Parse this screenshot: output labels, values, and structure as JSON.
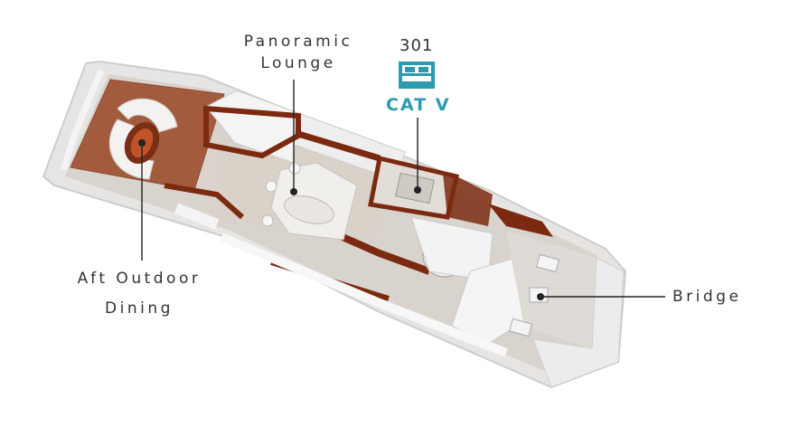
{
  "labels": {
    "panoramic_lounge_line1": "Panoramic",
    "panoramic_lounge_line2": "Lounge",
    "aft_outdoor_dining_line1": "Aft Outdoor",
    "aft_outdoor_dining_line2": "Dining",
    "bridge": "Bridge"
  },
  "cabin": {
    "number": "301",
    "category": "CAT V",
    "icon": "bed-icon",
    "accent_color": "#2a9bb0"
  }
}
